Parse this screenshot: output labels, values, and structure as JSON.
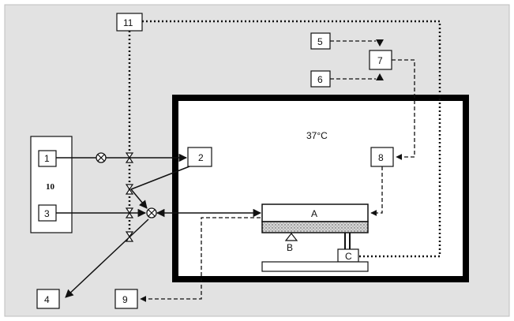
{
  "diagram": {
    "colors": {
      "background": "#e2e2e2",
      "frame": "#000000",
      "box_fill": "#ffffff",
      "line": "#111111",
      "porous_fill": "#cfcfcf"
    },
    "labels": {
      "n1": "1",
      "n2": "2",
      "n3": "3",
      "n4": "4",
      "n5": "5",
      "n6": "6",
      "n7": "7",
      "n8": "8",
      "n9": "9",
      "n10": "10",
      "n11": "11",
      "chamber_temperature": "37°C",
      "part_a": "A",
      "part_b": "B",
      "part_c": "C"
    }
  }
}
